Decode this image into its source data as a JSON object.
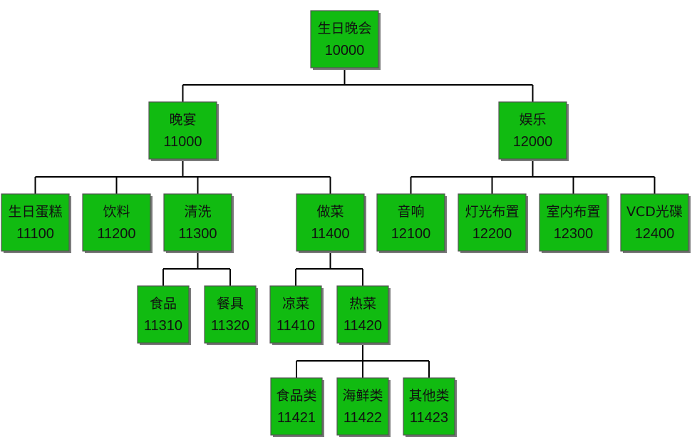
{
  "diagram": {
    "root": {
      "id": "n10000",
      "label": "生日晚会",
      "code": "10000",
      "children": [
        {
          "id": "n11000",
          "label": "晚宴",
          "code": "11000",
          "children": [
            {
              "id": "n11100",
              "label": "生日蛋糕",
              "code": "11100",
              "children": []
            },
            {
              "id": "n11200",
              "label": "饮料",
              "code": "11200",
              "children": []
            },
            {
              "id": "n11300",
              "label": "清洗",
              "code": "11300",
              "children": [
                {
                  "id": "n11310",
                  "label": "食品",
                  "code": "11310",
                  "children": []
                },
                {
                  "id": "n11320",
                  "label": "餐具",
                  "code": "11320",
                  "children": []
                }
              ]
            },
            {
              "id": "n11400",
              "label": "做菜",
              "code": "11400",
              "children": [
                {
                  "id": "n11410",
                  "label": "凉菜",
                  "code": "11410",
                  "children": []
                },
                {
                  "id": "n11420",
                  "label": "热菜",
                  "code": "11420",
                  "children": [
                    {
                      "id": "n11421",
                      "label": "食品类",
                      "code": "11421",
                      "children": []
                    },
                    {
                      "id": "n11422",
                      "label": "海鲜类",
                      "code": "11422",
                      "children": []
                    },
                    {
                      "id": "n11423",
                      "label": "其他类",
                      "code": "11423",
                      "children": []
                    }
                  ]
                }
              ]
            }
          ]
        },
        {
          "id": "n12000",
          "label": "娱乐",
          "code": "12000",
          "children": [
            {
              "id": "n12100",
              "label": "音响",
              "code": "12100",
              "children": []
            },
            {
              "id": "n12200",
              "label": "灯光布置",
              "code": "12200",
              "children": []
            },
            {
              "id": "n12300",
              "label": "室内布置",
              "code": "12300",
              "children": []
            },
            {
              "id": "n12400",
              "label": "VCD光碟",
              "code": "12400",
              "children": []
            }
          ]
        }
      ]
    }
  },
  "colors": {
    "node_fill": "#11bb11",
    "connector": "#000000"
  }
}
